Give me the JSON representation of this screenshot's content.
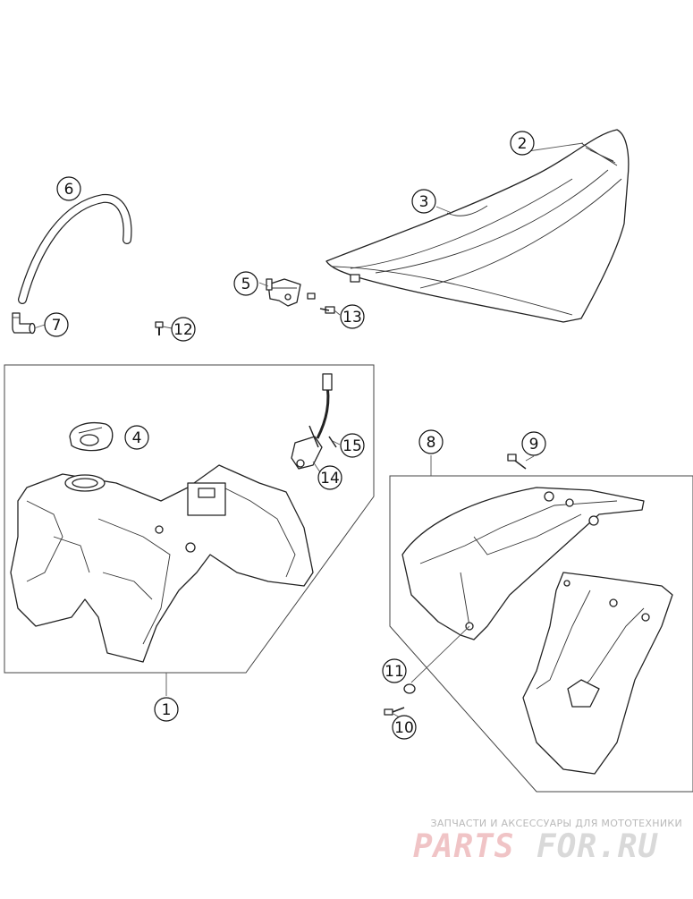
{
  "callouts": {
    "c1": "1",
    "c2": "2",
    "c3": "3",
    "c4": "4",
    "c5": "5",
    "c6": "6",
    "c7": "7",
    "c8": "8",
    "c9": "9",
    "c10": "10",
    "c11": "11",
    "c12": "12",
    "c13": "13",
    "c14": "14",
    "c15": "15"
  },
  "watermark": {
    "caption": "ЗАПЧАСТИ И АКСЕССУАРЫ ДЛЯ МОТОТЕХНИКИ",
    "logo_left": "PARTS",
    "logo_right": "FOR.RU",
    "logo_color_left": "#f0c4c6",
    "logo_color_right": "#d9d9d9"
  }
}
